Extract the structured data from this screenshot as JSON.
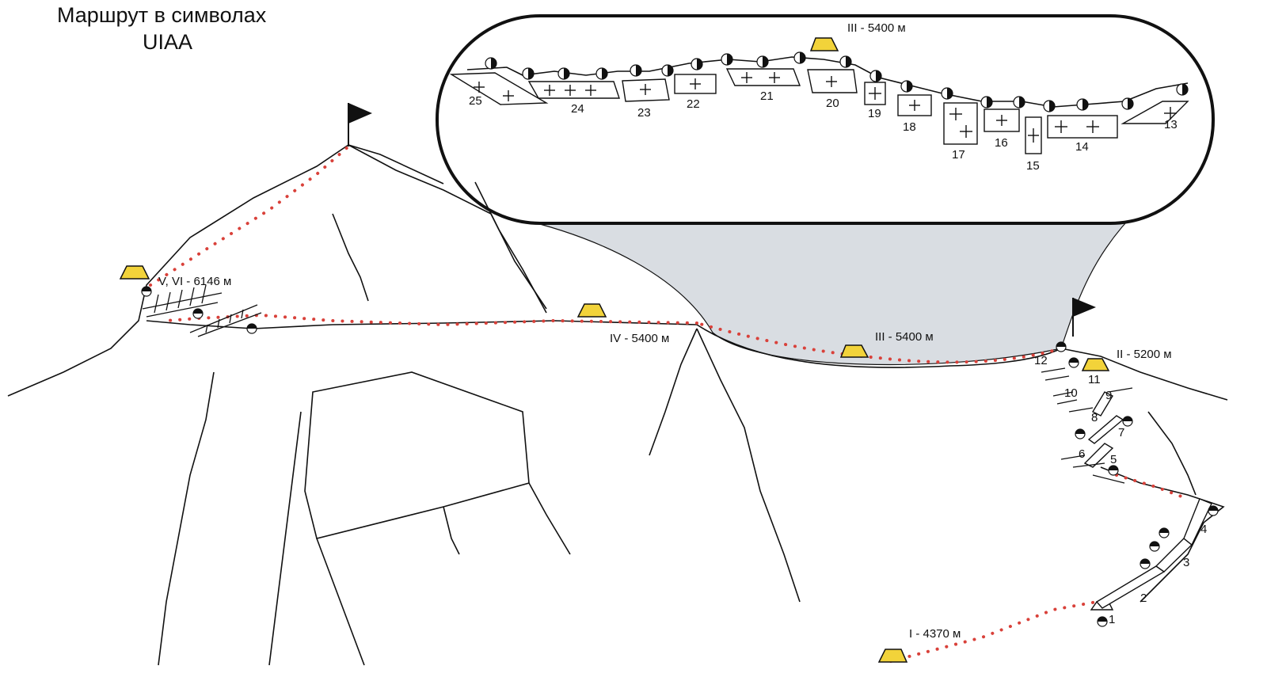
{
  "title": {
    "line1": "Маршрут в символах",
    "line2": "UIAA"
  },
  "camps": [
    {
      "id": "camp-1",
      "label": "I - 4370 м"
    },
    {
      "id": "camp-2",
      "label": "II - 5200 м"
    },
    {
      "id": "camp-3",
      "label": "III - 5400 м"
    },
    {
      "id": "camp-3-inset",
      "label": "III - 5400 м"
    },
    {
      "id": "camp-4",
      "label": "IV - 5400 м"
    },
    {
      "id": "camp-5-6",
      "label": "V, VI - 6146 м"
    }
  ],
  "lower_pitches": [
    "1",
    "2",
    "3",
    "4",
    "5",
    "6",
    "7",
    "8",
    "9",
    "10",
    "11",
    "12"
  ],
  "inset_pitches": [
    "13",
    "14",
    "15",
    "16",
    "17",
    "18",
    "19",
    "20",
    "21",
    "22",
    "23",
    "24",
    "25"
  ],
  "colors": {
    "route": "#d9413a",
    "tent": "#f2d33a",
    "inset_fill": "#d9dde2",
    "line": "#111111"
  },
  "icons": [
    "tent-icon",
    "summit-flag-icon",
    "piton-anchor-icon"
  ]
}
